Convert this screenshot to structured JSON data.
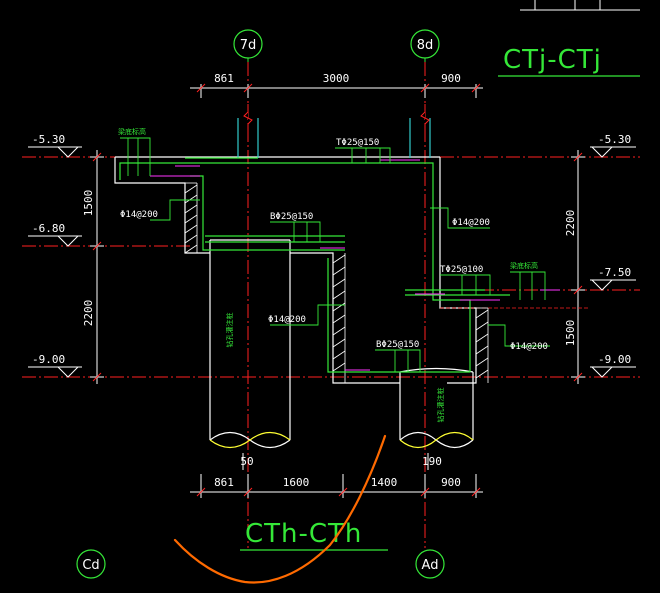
{
  "colors": {
    "background": "#000000",
    "dimension": "#ffffff",
    "outline": "#ffffff",
    "axis_line": "#ff2020",
    "rebar": "#35e838",
    "stirrup": "#ff33ff",
    "column_bar": "#33cccc",
    "sketch": "#ff6a00"
  },
  "titles": {
    "upper": "CTj-CTj",
    "lower": "CTh-CTh"
  },
  "axes": {
    "top_left": "7d",
    "top_right": "8d",
    "bottom_left": "Cd",
    "bottom_right": "Ad"
  },
  "top_dimensions": {
    "a": "861",
    "b": "3000",
    "c": "900"
  },
  "bottom_dimensions": {
    "a": "861",
    "b": "1600",
    "c": "1400",
    "d": "900"
  },
  "left_vertical_dimensions": {
    "upper": "1500",
    "lower": "2200"
  },
  "right_vertical_dimensions": {
    "upper": "2200",
    "lower": "1500"
  },
  "levels": {
    "left": [
      "-5.30",
      "-6.80",
      "-9.00"
    ],
    "right": [
      "-5.30",
      "-7.50",
      "-9.00"
    ]
  },
  "rebar_labels": {
    "top_main": "TΦ25@150",
    "top_secondary": "TΦ25@100",
    "bottom_main": "BΦ25@150",
    "bottom_secondary": "BΦ25@150",
    "side_left": "Φ14@200",
    "side_middle": "Φ14@200",
    "side_right_upper": "Φ14@200",
    "side_right_lower": "Φ14@200"
  },
  "note_labels": {
    "left_note": "梁底标高",
    "right_note": "梁底标高"
  },
  "pile_labels": {
    "left": "钻孔灌注桩",
    "right": "钻孔灌注桩"
  },
  "pile_offsets": {
    "left": "50",
    "right": "190"
  }
}
